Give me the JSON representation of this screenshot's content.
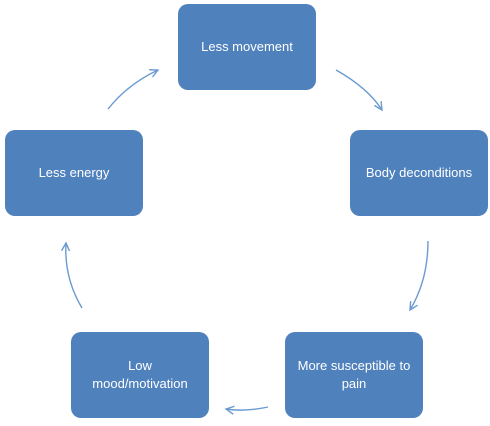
{
  "diagram": {
    "nodes": [
      {
        "id": "less-movement",
        "label": "Less movement"
      },
      {
        "id": "body-deconditions",
        "label": "Body deconditions"
      },
      {
        "id": "more-susceptible",
        "label": "More susceptible to pain"
      },
      {
        "id": "low-mood",
        "label": "Low mood/motivation"
      },
      {
        "id": "less-energy",
        "label": "Less energy"
      }
    ],
    "edges": [
      {
        "from": "less-movement",
        "to": "body-deconditions"
      },
      {
        "from": "body-deconditions",
        "to": "more-susceptible"
      },
      {
        "from": "more-susceptible",
        "to": "low-mood"
      },
      {
        "from": "low-mood",
        "to": "less-energy"
      },
      {
        "from": "less-energy",
        "to": "less-movement"
      }
    ],
    "colors": {
      "node_fill": "#4f81bd",
      "node_text": "#ffffff",
      "arrow": "#6a9acf"
    }
  }
}
